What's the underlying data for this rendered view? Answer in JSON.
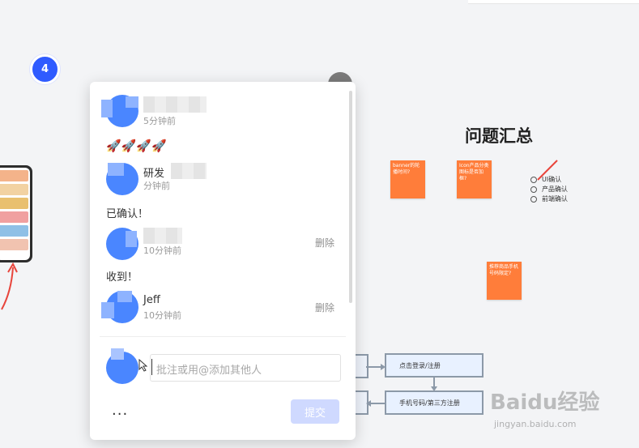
{
  "step_badge": "4",
  "board": {
    "title": "问题汇总",
    "stickies": [
      "banner的轮播时间?",
      "Icon产品分类图标是否加框?",
      "推荐商品手机号码限定?"
    ],
    "checklist": [
      "UI确认",
      "产品确认",
      "前端确认"
    ],
    "flow": [
      "点击登录/注册",
      "手机号码/第三方注册"
    ]
  },
  "comments": [
    {
      "name": "",
      "time": "5分钟前",
      "text": "🚀🚀🚀🚀",
      "delete_label": ""
    },
    {
      "name": "研发",
      "time": "分钟前",
      "text": "已确认！",
      "delete_label": ""
    },
    {
      "name": "",
      "time": "10分钟前",
      "text": "收到！",
      "delete_label": "删除"
    },
    {
      "name": "Jeff",
      "time": "10分钟前",
      "text": "",
      "delete_label": "删除"
    }
  ],
  "composer": {
    "placeholder": "批注或用@添加其他人",
    "more_label": "...",
    "submit_label": "提交"
  },
  "watermark": {
    "main": "Baidu经验",
    "sub": "jingyan.baidu.com"
  },
  "colors": {
    "accent": "#2f5bff",
    "sticky": "#ff7d3a",
    "submit_disabled": "#cfd9ff"
  }
}
